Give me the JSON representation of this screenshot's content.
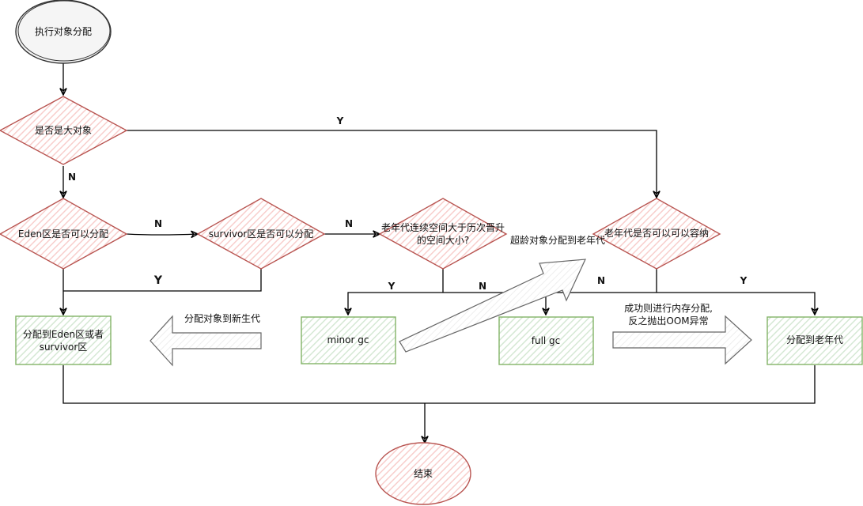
{
  "diagram": {
    "type": "flowchart",
    "colors": {
      "decision_stroke": "#b85450",
      "decision_fill": "#f8cecc",
      "process_stroke": "#82b366",
      "process_fill": "#d5e8d4",
      "start_stroke": "#333333",
      "start_fill": "#f5f5f5",
      "end_stroke": "#b85450",
      "end_fill": "#f8cecc",
      "edge": "#000000",
      "callout_stroke": "#666666",
      "callout_fill": "#f5f5f5"
    },
    "nodes": {
      "start": "执行对象分配",
      "is_large_object": "是否是大对象",
      "eden_can_alloc": "Eden区是否可以分配",
      "survivor_can_alloc": "survivor区是否可以分配",
      "old_contiguous_line1": "老年代连续空间大于历次晋升",
      "old_contiguous_line2": "的空间大小?",
      "old_can_hold": "老年代是否可以可以容纳",
      "alloc_eden_line1": "分配到Eden区或者",
      "alloc_eden_line2": "survivor区",
      "minor_gc": "minor gc",
      "full_gc": "full gc",
      "alloc_old": "分配到老年代",
      "end": "结束"
    },
    "edge_labels": {
      "large_yes": "Y",
      "large_no": "N",
      "eden_no": "N",
      "survivor_no": "N",
      "survivor_yes": "Y",
      "contig_yes": "Y",
      "contig_no": "N",
      "old_no": "N",
      "old_yes": "Y"
    },
    "callouts": {
      "to_young": "分配对象到新生代",
      "aged_to_old": "超龄对象分配到老年代",
      "success_line1": "成功则进行内存分配,",
      "success_line2": "反之抛出OOM异常"
    }
  }
}
